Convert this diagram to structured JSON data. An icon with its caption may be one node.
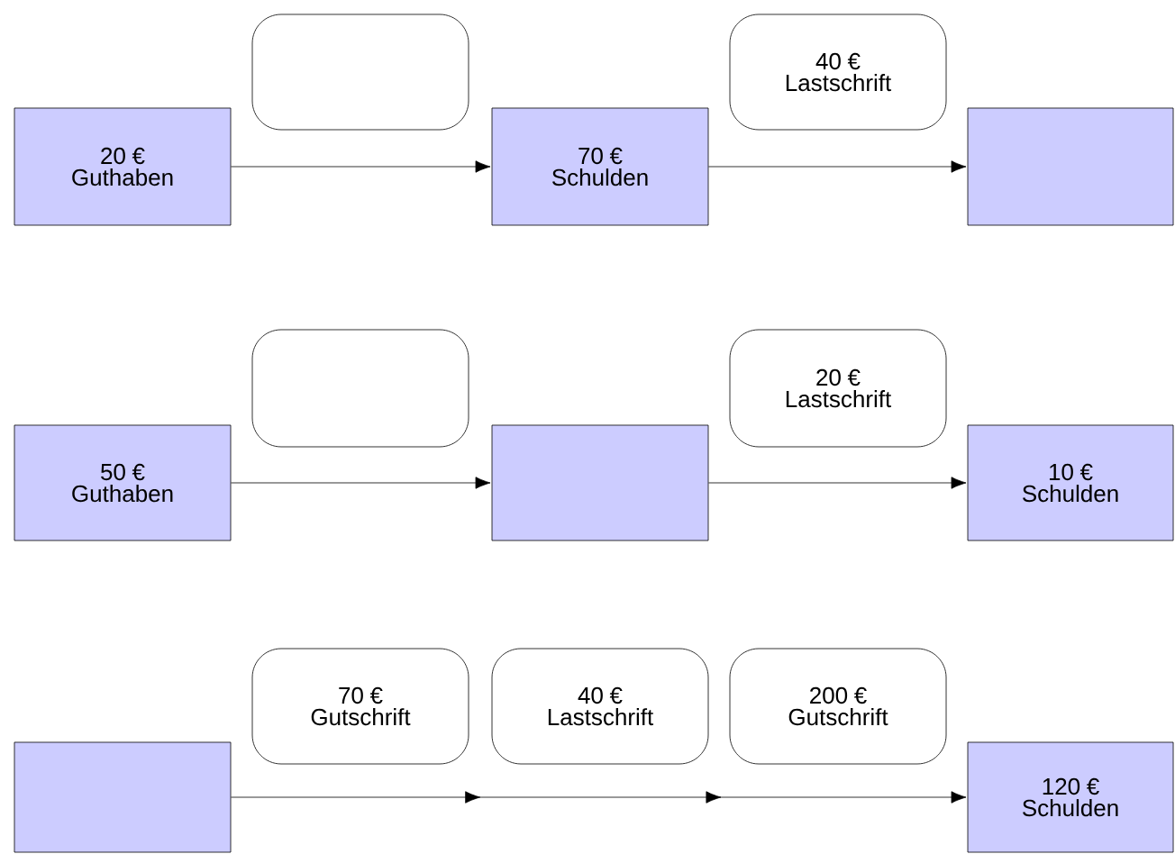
{
  "diagram": {
    "nodes": [
      {
        "text": [],
        "shape": "box"
      },
      {
        "text": [
          "40 € Lastschrift"
        ]
      },
      {
        "text": [
          "20 € Guthaben"
        ]
      },
      {
        "text": [
          "70 € Schulden"
        ]
      },
      {
        "text": [],
        "shape": "box"
      },
      {
        "text": [],
        "shape": "box"
      },
      {
        "text": [
          "20 € Lastschrift"
        ]
      },
      {
        "text": [
          "50 € Guthaben"
        ]
      },
      {
        "text": [],
        "shape": "box"
      },
      {
        "text": [
          "10 € Schulden"
        ]
      },
      {
        "text": [
          "70 € Gutschrift"
        ]
      },
      {
        "text": [
          "40 € Lastschrift"
        ]
      },
      {
        "text": [
          "200 € Gutschrift"
        ]
      },
      {
        "text": [],
        "shape": "box"
      },
      {
        "text": [
          "120 € Schulden"
        ]
      }
    ],
    "edges": [
      {
        "from": 2,
        "to": 3,
        "arrow": "to"
      },
      {
        "from": 3,
        "to": 4,
        "arrow": "to"
      },
      {
        "from": 7,
        "to": 8,
        "arrow": "to"
      },
      {
        "from": 8,
        "to": 9,
        "arrow": "to"
      },
      {
        "from": 13,
        "to": 14,
        "arrow": "to"
      }
    ]
  }
}
